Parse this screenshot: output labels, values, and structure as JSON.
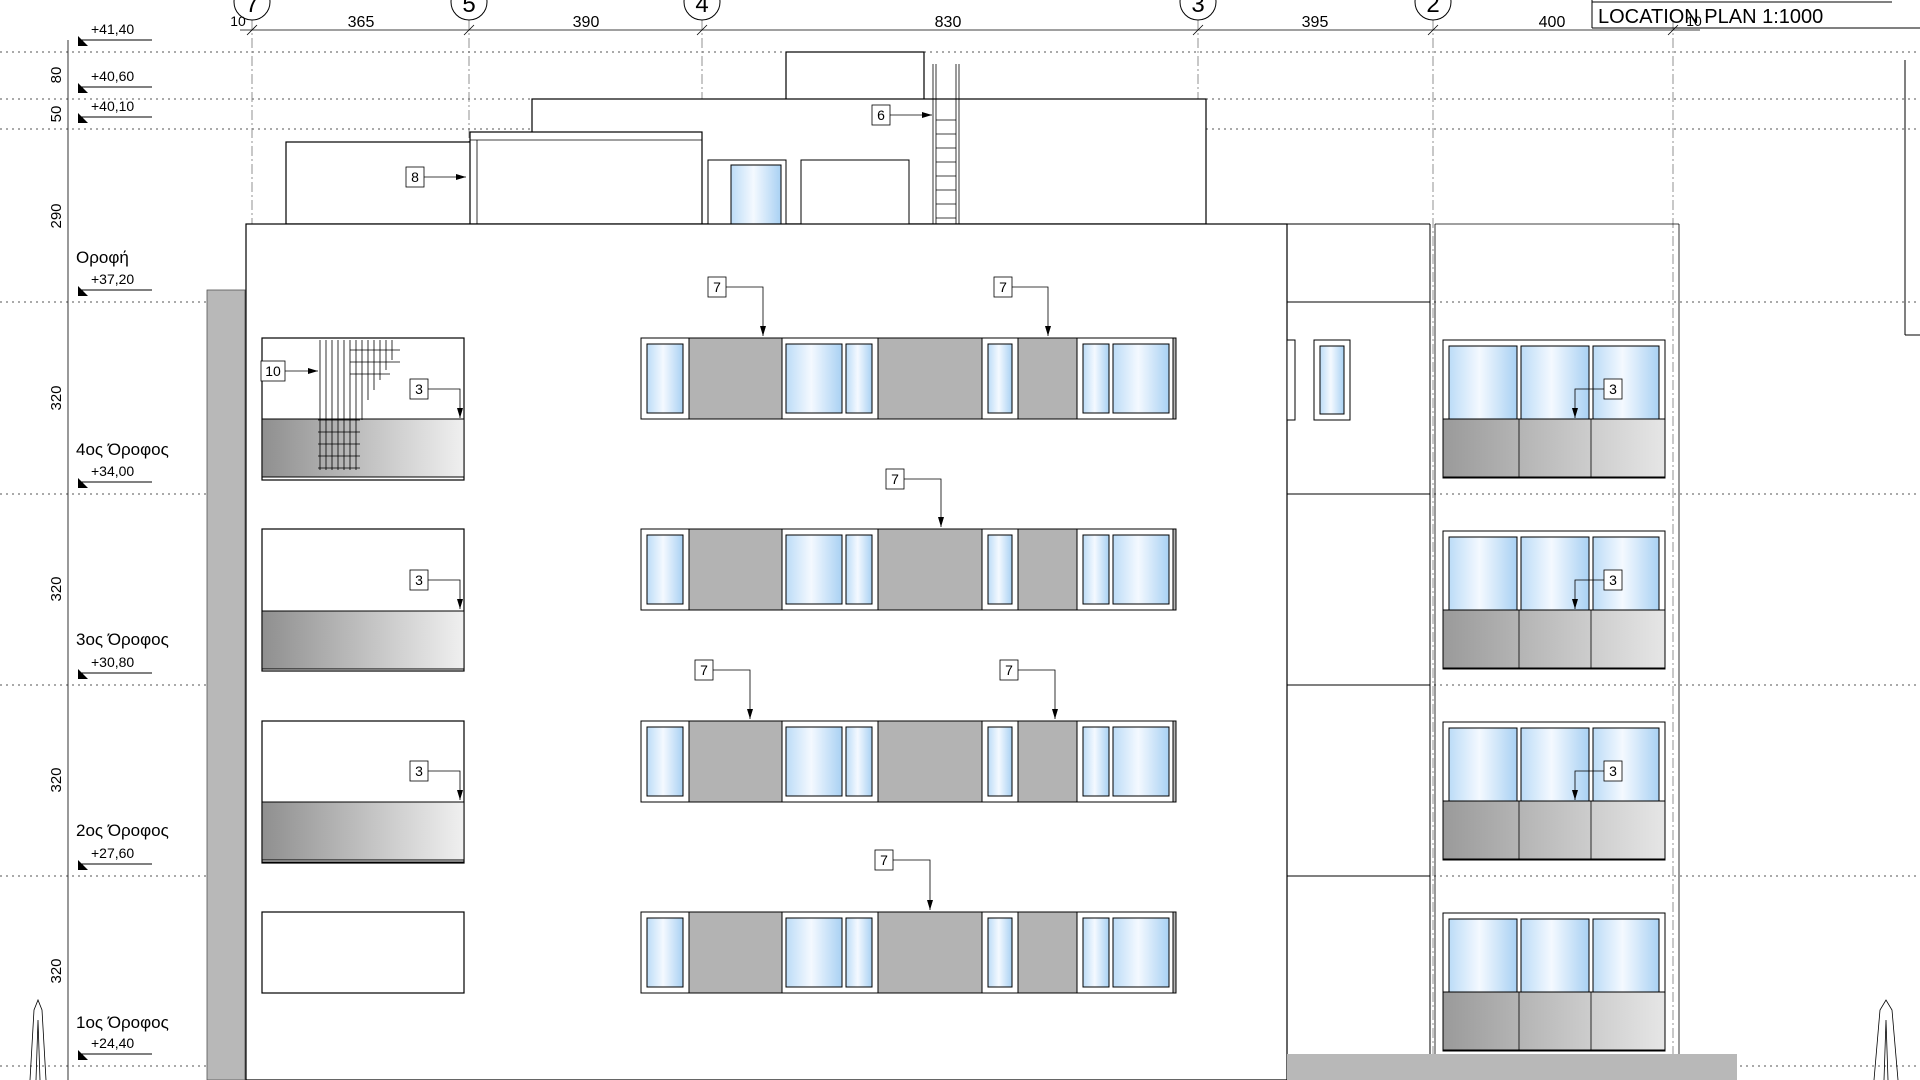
{
  "title_block": {
    "location_plan": "LOCATION PLAN 1:1000"
  },
  "grid_axes": [
    {
      "label": "7"
    },
    {
      "label": "5"
    },
    {
      "label": "4"
    },
    {
      "label": "3"
    },
    {
      "label": "2"
    }
  ],
  "axis_dimensions": [
    {
      "label": "10"
    },
    {
      "label": "365"
    },
    {
      "label": "390"
    },
    {
      "label": "830"
    },
    {
      "label": "395"
    },
    {
      "label": "400"
    },
    {
      "label": "10"
    }
  ],
  "levels": [
    {
      "name": "",
      "elevation": "+41,40"
    },
    {
      "name": "",
      "elevation": "+40,60"
    },
    {
      "name": "",
      "elevation": "+40,10"
    },
    {
      "name": "Οροφή",
      "elevation": "+37,20"
    },
    {
      "name": "4ος Όροφος",
      "elevation": "+34,00"
    },
    {
      "name": "3ος Όροφος",
      "elevation": "+30,80"
    },
    {
      "name": "2ος Όροφος",
      "elevation": "+27,60"
    },
    {
      "name": "1ος Όροφος",
      "elevation": "+24,40"
    }
  ],
  "vertical_dimensions": [
    {
      "label": "80"
    },
    {
      "label": "50"
    },
    {
      "label": "290"
    },
    {
      "label": "320"
    },
    {
      "label": "320"
    },
    {
      "label": "320"
    },
    {
      "label": "320"
    }
  ],
  "tags": [
    {
      "label": "6"
    },
    {
      "label": "8"
    },
    {
      "label": "10"
    },
    {
      "label": "3"
    },
    {
      "label": "3"
    },
    {
      "label": "3"
    },
    {
      "label": "3"
    },
    {
      "label": "3"
    },
    {
      "label": "3"
    },
    {
      "label": "7"
    },
    {
      "label": "7"
    },
    {
      "label": "7"
    },
    {
      "label": "7"
    },
    {
      "label": "7"
    },
    {
      "label": "7"
    }
  ],
  "colors": {
    "line": "#000000",
    "panel_gray": "#b3b3b3",
    "glass_light": "#f2f8ff",
    "glass_blue": "#a9d1f3"
  }
}
